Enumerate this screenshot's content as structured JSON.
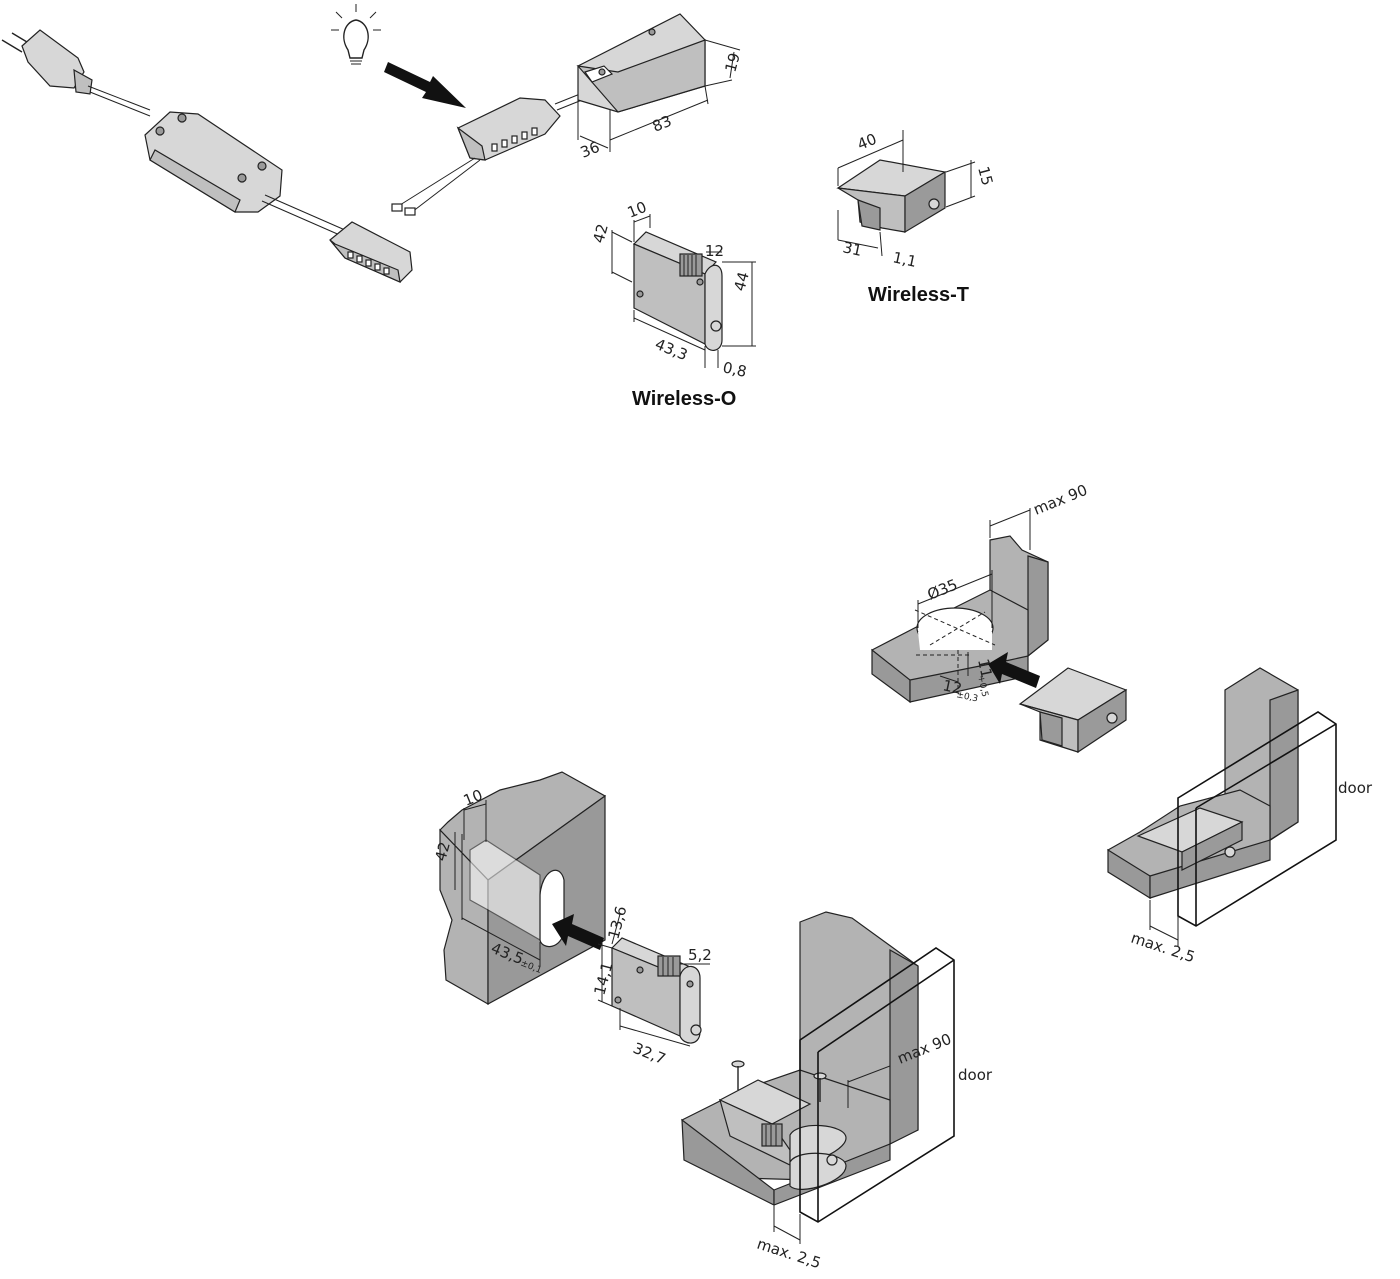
{
  "labels": {
    "wireless_t": "Wireless-T",
    "wireless_o": "Wireless-O",
    "door_1": "door",
    "door_2": "door"
  },
  "dimensions": {
    "receiver_height": "19",
    "receiver_length": "83",
    "receiver_width": "36",
    "t_width": "40",
    "t_height": "15",
    "t_depth": "31",
    "t_plate": "1,1",
    "o_top": "10",
    "o_height": "42",
    "o_face": "12",
    "o_side": "44",
    "o_length": "43,3",
    "o_plate": "0,8",
    "hole_diameter": "Ø35",
    "max_90_top": "max 90",
    "hole_offset_main": "12",
    "hole_offset_tol": "±0,3",
    "hole_depth_main": "11",
    "hole_depth_tol": "+0,5",
    "cut_top": "10",
    "cut_height": "42",
    "cut_length_main": "43,5",
    "cut_length_tol": "±0,1",
    "o2_a": "13,6",
    "o2_b": "14,1",
    "o2_c": "5,2",
    "o2_d": "32,7",
    "max_90_bottom": "max 90",
    "max_25_right": "max. 2,5",
    "max_25_bottom": "max. 2,5"
  },
  "icons": [
    "bulb-icon",
    "plug-icon",
    "arrow-icon"
  ],
  "colors": {
    "wood": "#b3b3b3",
    "device": "#d7d7d7",
    "line": "#222222"
  }
}
